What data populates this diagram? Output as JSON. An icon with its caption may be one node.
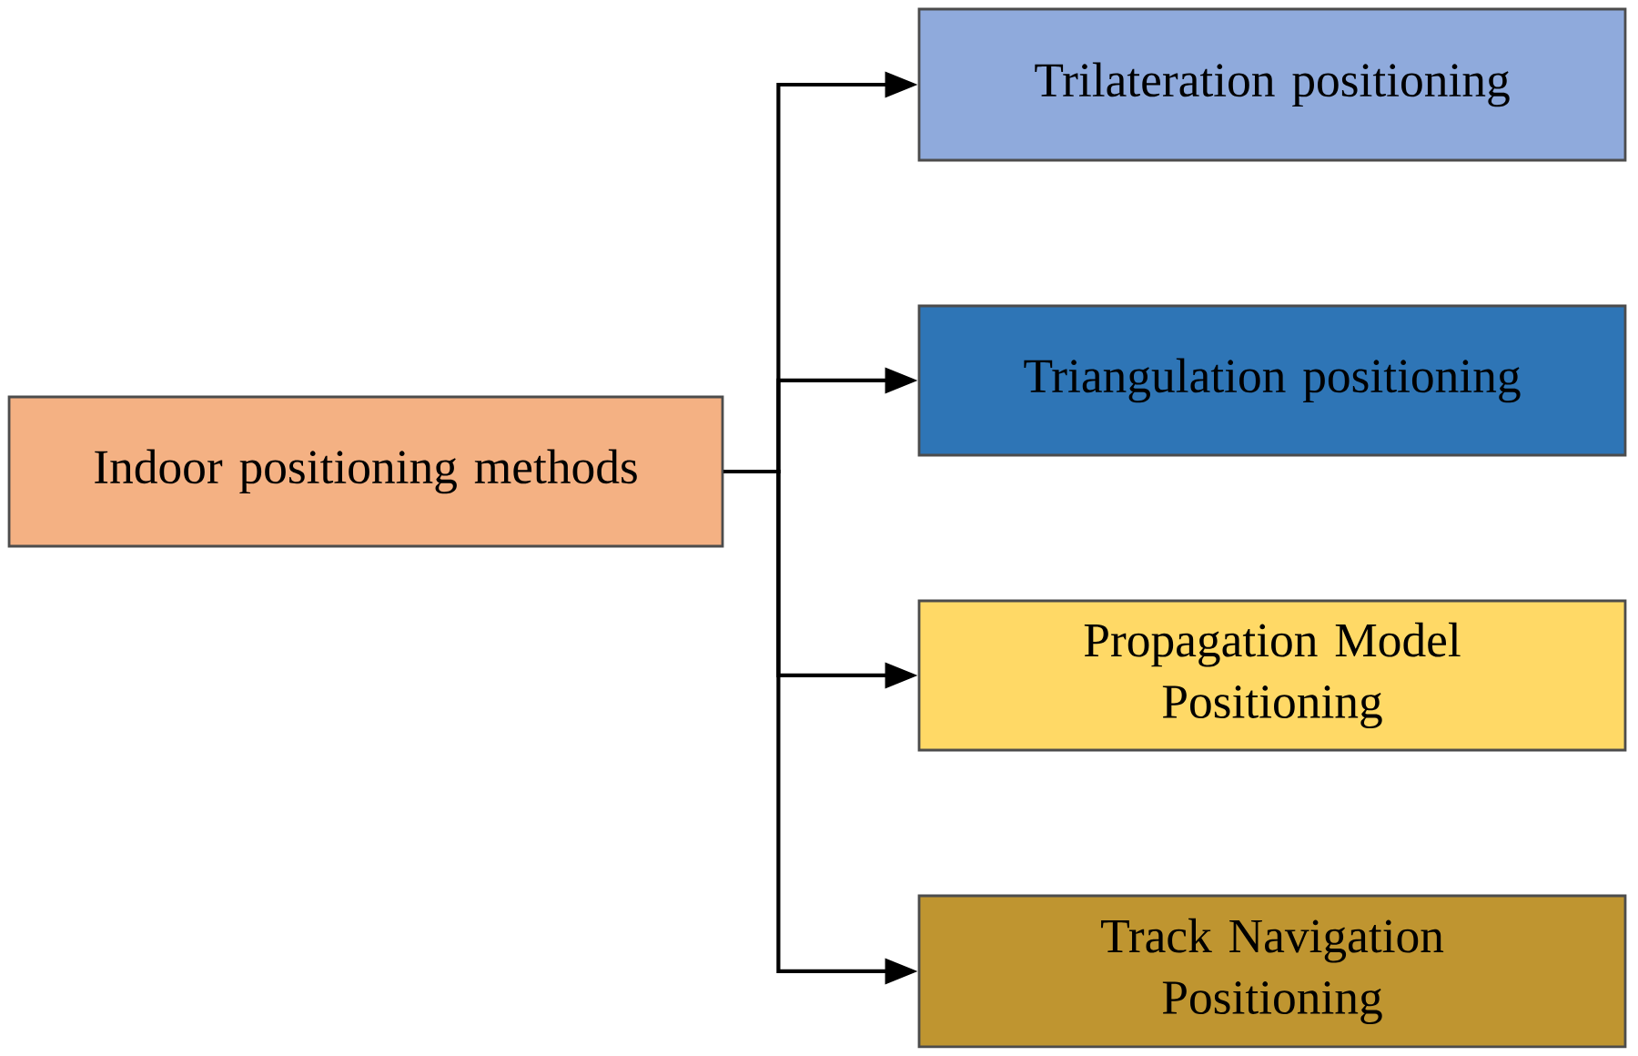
{
  "diagram": {
    "nodes": [
      {
        "text": [
          "Indoor positioning methods"
        ]
      },
      {
        "text": [
          "Trilateration positioning"
        ]
      },
      {
        "text": [
          "Triangulation positioning"
        ]
      },
      {
        "text": [
          "Propagation Model Positioning"
        ]
      },
      {
        "text": [
          "Track Navigation Positioning"
        ]
      }
    ],
    "edges": [
      {
        "from": 0,
        "to": 1,
        "arrow": "to"
      },
      {
        "from": 0,
        "to": 2,
        "arrow": "to"
      },
      {
        "from": 0,
        "to": 3,
        "arrow": "to"
      },
      {
        "from": 0,
        "to": 4,
        "arrow": "to"
      }
    ]
  }
}
